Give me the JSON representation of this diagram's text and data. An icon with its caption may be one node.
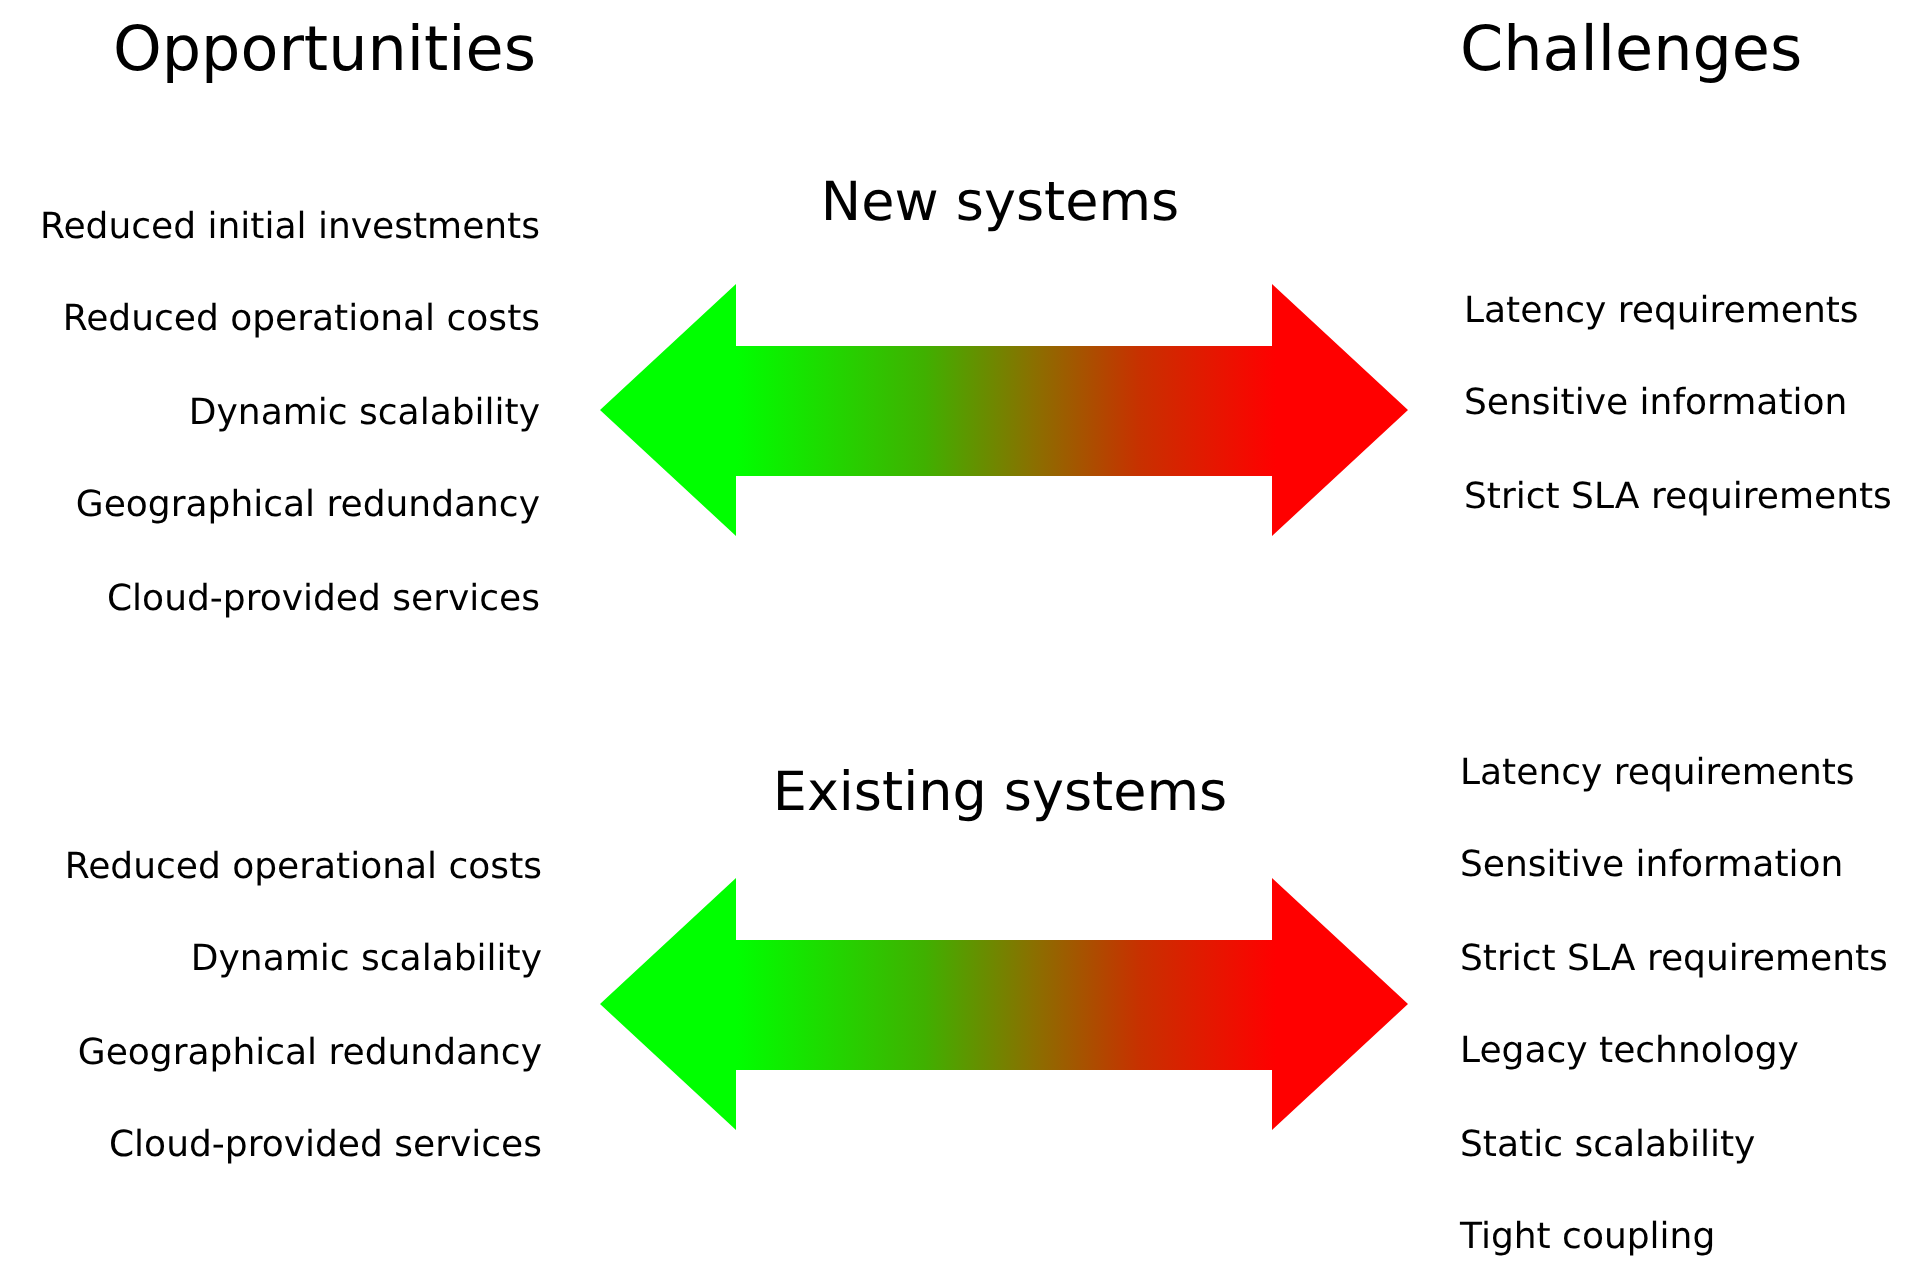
{
  "diagram": {
    "labels": [
      "Opportunities",
      "Challenges",
      "New systems",
      "Reduced initial investments",
      "Reduced operational costs",
      "Dynamic scalability",
      "Geographical redundancy",
      "Cloud-provided services",
      "Latency requirements",
      "Sensitive information",
      "Strict SLA requirements",
      "Existing systems",
      "Reduced operational costs",
      "Dynamic scalability",
      "Geographical redundancy",
      "Cloud-provided services",
      "Latency requirements",
      "Sensitive information",
      "Strict SLA requirements",
      "Legacy technology",
      "Static scalability",
      "Tight coupling"
    ]
  }
}
